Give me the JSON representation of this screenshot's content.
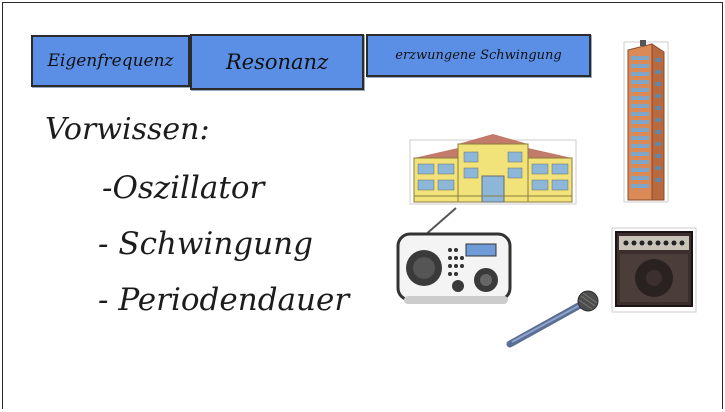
{
  "tags": {
    "t1": "Eigenfrequenz",
    "t2": "Resonanz",
    "t3": "erzwungene Schwingung"
  },
  "notes": {
    "heading": "Vorwissen:",
    "items": [
      "-Oszillator",
      "- Schwingung",
      "- Periodendauer"
    ]
  },
  "images": [
    "school-building",
    "skyscraper",
    "radio",
    "guitar-amplifier",
    "microphone"
  ],
  "colors": {
    "tag_fill": "#5b8fe6",
    "building_wall": "#f2e27a",
    "tower_wall": "#d98a56",
    "radio_body": "#f4f4f4",
    "amp_body": "#3b2e2c"
  }
}
